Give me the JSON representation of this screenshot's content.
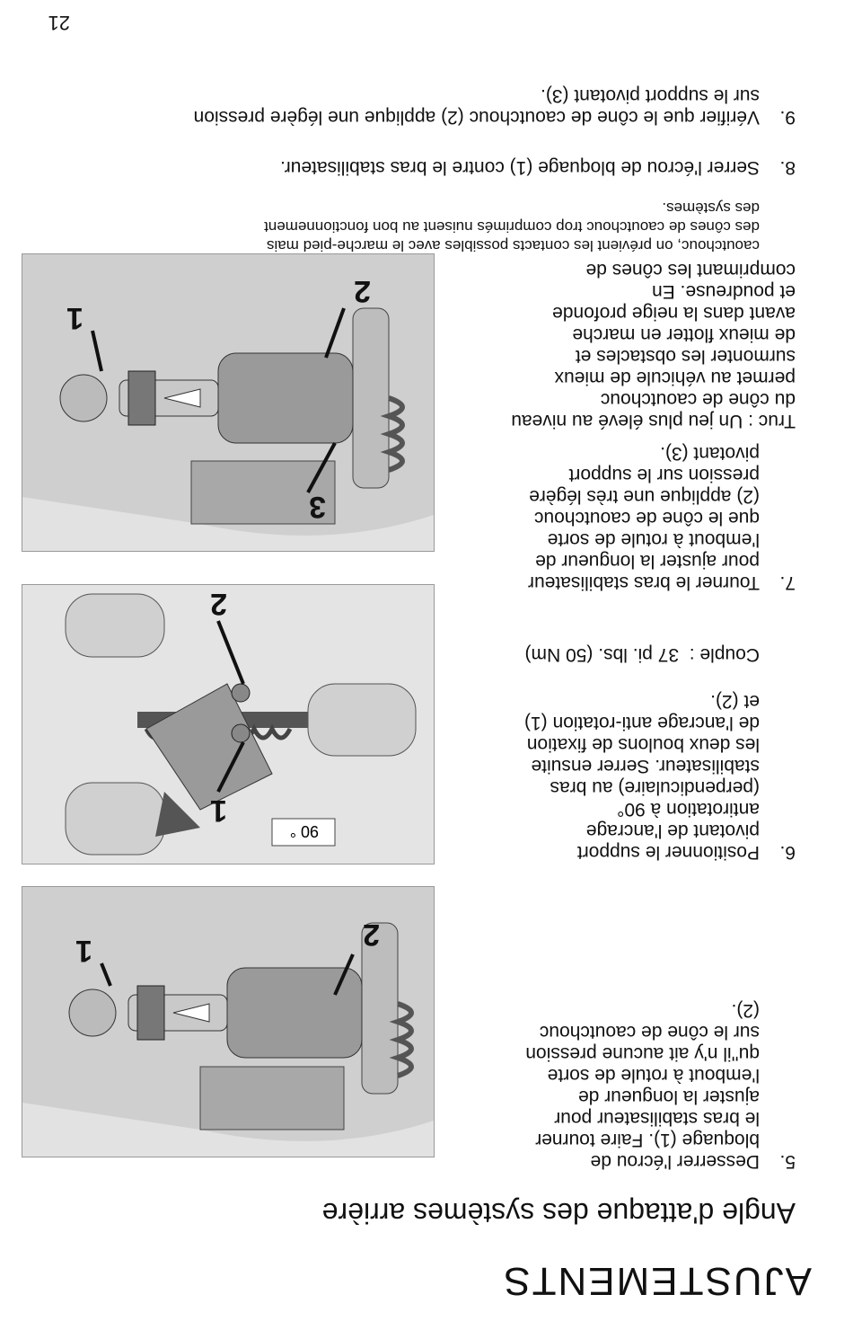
{
  "section_title": "AJUSTEMENTS",
  "page_heading": "Angle d'attaque des systèmes arrière",
  "steps": [
    {
      "num": "5.",
      "text": "Desserrer l'écrou de\nbloquage (1). Faire tourner\nle bras stabilisateur pour\najuster la longueur de\nl'embout à rotule de sorte\nqu''il n'y ait aucune pression\nsur le cône de caoutchouc\n(2)."
    },
    {
      "num": "6.",
      "text": "Positionner le support\npivotant de l'ancrage\nantirotation à 90°\n(perpendiculaire) au bras\nstabilisateur. Serrer ensuite\nles deux boulons de fixation\nde l'ancrage anti-rotation (1)\net (2)."
    },
    {
      "num": "7.",
      "text": "Tourner le bras stabilisateur\npour ajuster la longueur de\nl'embout à rotule de sorte\nque le cône de caoutchouc\n(2) applique une très légère\npression sur le support\npivotant (3)."
    },
    {
      "num": "8.",
      "text": "Serrer l'écrou de bloquage (1) contre le bras stabilisateur."
    },
    {
      "num": "9.",
      "text": "Vérifier que le cône de caoutchouc (2) applique une légère pression\nsur le support pivotant (3)."
    }
  ],
  "torque": "Couple :  37 pi. lbs. (50 Nm)",
  "tip": "Truc : Un jeu plus élevé au niveau\ndu cône de caoutchouc\npermet au véhicule de mieux\nsurmonter les obstacles et\nde mieux flotter en marche\navant dans la neige profonde\net poudreuse.  En\ncomprimant les cônes de",
  "tip_continued": "caoutchouc, on prévient les contacts possibles avec le marche-pied mais\ndes cônes de caoutchouc trop comprimés nuisent au bon fonctionnement\ndes systèmes.",
  "figures": {
    "fig1": {
      "callouts": [
        "1",
        "2"
      ]
    },
    "fig2": {
      "callouts": [
        "1",
        "2"
      ],
      "angle_label": "90 °"
    },
    "fig3": {
      "callouts": [
        "1",
        "2",
        "3"
      ]
    }
  },
  "page_number": "21"
}
